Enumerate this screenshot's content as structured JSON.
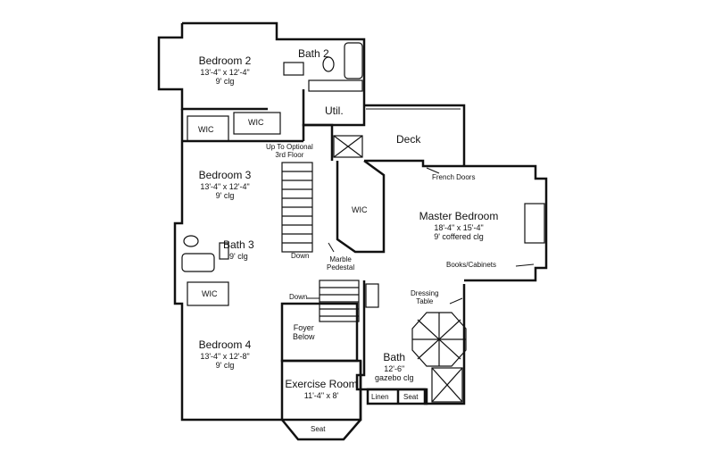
{
  "rooms": {
    "bedroom2": {
      "name": "Bedroom 2",
      "dims": "13'-4\" x 12'-4\"",
      "ceiling": "9' clg"
    },
    "bath2": {
      "name": "Bath 2"
    },
    "util": {
      "name": "Util."
    },
    "wic1": {
      "name": "WIC"
    },
    "wic2": {
      "name": "WIC"
    },
    "bedroom3": {
      "name": "Bedroom 3",
      "dims": "13'-4\" x 12'-4\"",
      "ceiling": "9' clg"
    },
    "bath3": {
      "name": "Bath 3",
      "ceiling": "9' clg"
    },
    "wic3": {
      "name": "WIC"
    },
    "bedroom4": {
      "name": "Bedroom 4",
      "dims": "13'-4\" x 12'-8\"",
      "ceiling": "9' clg"
    },
    "deck": {
      "name": "Deck"
    },
    "wic_master": {
      "name": "WIC"
    },
    "master": {
      "name": "Master Bedroom",
      "dims": "18'-4\" x 15'-4\"",
      "ceiling": "9' coffered clg"
    },
    "foyer": {
      "line1": "Foyer",
      "line2": "Below"
    },
    "exercise": {
      "name": "Exercise Room",
      "dims": "11'-4\" x 8'"
    },
    "bath": {
      "name": "Bath",
      "dims": "12'-6\"",
      "ceiling": "gazebo clg"
    },
    "linen": {
      "name": "Linen"
    },
    "seat1": {
      "name": "Seat"
    },
    "seat2": {
      "name": "Seat"
    }
  },
  "notes": {
    "optional_floor": {
      "line1": "Up To Optional",
      "line2": "3rd Floor"
    },
    "down1": "Down",
    "down2": "Down",
    "marble": {
      "line1": "Marble",
      "line2": "Pedestal"
    },
    "french_doors": "French Doors",
    "books": "Books/Cabinets",
    "dressing": {
      "line1": "Dressing",
      "line2": "Table"
    }
  }
}
